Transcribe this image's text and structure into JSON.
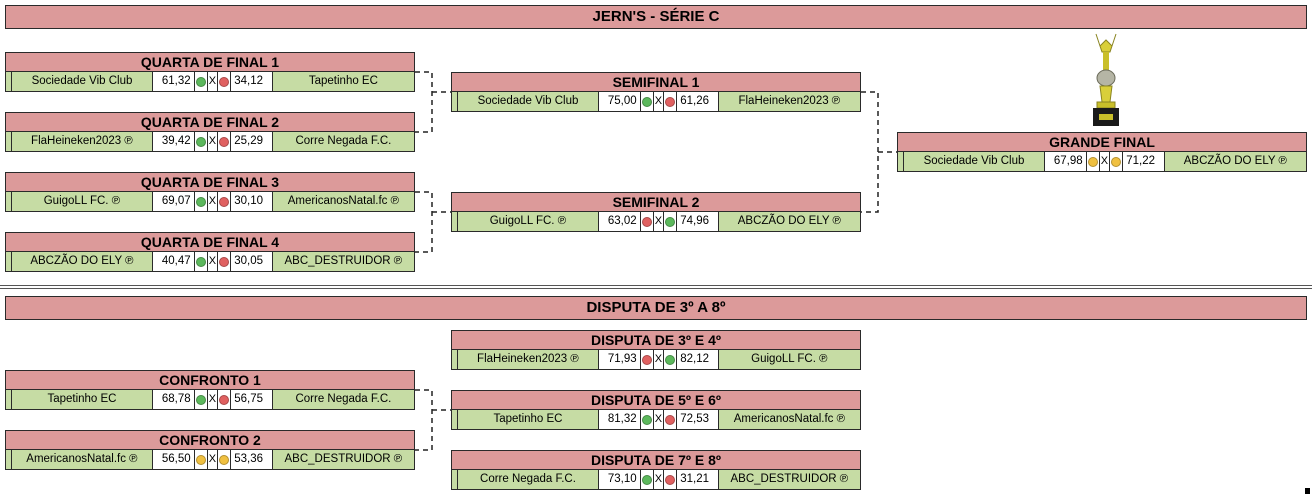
{
  "title": "JERN'S - SÉRIE C",
  "section2_title": "DISPUTA DE 3º A 8º",
  "colors": {
    "win": "#5cb85c",
    "loss": "#e06060",
    "tie": "#f0c040",
    "header": "#dc9a9a",
    "team": "#c6dca4"
  },
  "matches": [
    {
      "label": "QUARTA DE FINAL 1",
      "home": "Sociedade Vib Club",
      "home_score": "61,32",
      "home_status": "win",
      "vs": "X",
      "away_status": "loss",
      "away_score": "34,12",
      "away": "Tapetinho EC"
    },
    {
      "label": "QUARTA DE FINAL 2",
      "home": "FlaHeineken2023 ℗",
      "home_score": "39,42",
      "home_status": "win",
      "vs": "X",
      "away_status": "loss",
      "away_score": "25,29",
      "away": "Corre Negada F.C."
    },
    {
      "label": "QUARTA DE FINAL 3",
      "home": "GuigoLL FC. ℗",
      "home_score": "69,07",
      "home_status": "win",
      "vs": "X",
      "away_status": "loss",
      "away_score": "30,10",
      "away": "AmericanosNatal.fc ℗"
    },
    {
      "label": "QUARTA DE FINAL 4",
      "home": "ABCZÃO DO ELY ℗",
      "home_score": "40,47",
      "home_status": "win",
      "vs": "X",
      "away_status": "loss",
      "away_score": "30,05",
      "away": "ABC_DESTRUIDOR ℗"
    },
    {
      "label": "SEMIFINAL 1",
      "home": "Sociedade Vib Club",
      "home_score": "75,00",
      "home_status": "win",
      "vs": "X",
      "away_status": "loss",
      "away_score": "61,26",
      "away": "FlaHeineken2023 ℗"
    },
    {
      "label": "SEMIFINAL 2",
      "home": "GuigoLL FC. ℗",
      "home_score": "63,02",
      "home_status": "loss",
      "vs": "X",
      "away_status": "win",
      "away_score": "74,96",
      "away": "ABCZÃO DO ELY ℗"
    },
    {
      "label": "GRANDE FINAL",
      "home": "Sociedade Vib Club",
      "home_score": "67,98",
      "home_status": "tie",
      "vs": "X",
      "away_status": "tie",
      "away_score": "71,22",
      "away": "ABCZÃO DO ELY ℗"
    },
    {
      "label": "DISPUTA DE 3º E 4º",
      "home": "FlaHeineken2023 ℗",
      "home_score": "71,93",
      "home_status": "loss",
      "vs": "X",
      "away_status": "win",
      "away_score": "82,12",
      "away": "GuigoLL FC. ℗"
    },
    {
      "label": "CONFRONTO 1",
      "home": "Tapetinho EC",
      "home_score": "68,78",
      "home_status": "win",
      "vs": "X",
      "away_status": "loss",
      "away_score": "56,75",
      "away": "Corre Negada F.C."
    },
    {
      "label": "DISPUTA DE 5º E 6º",
      "home": "Tapetinho EC",
      "home_score": "81,32",
      "home_status": "win",
      "vs": "X",
      "away_status": "loss",
      "away_score": "72,53",
      "away": "AmericanosNatal.fc ℗"
    },
    {
      "label": "CONFRONTO 2",
      "home": "AmericanosNatal.fc ℗",
      "home_score": "56,50",
      "home_status": "tie",
      "vs": "X",
      "away_status": "tie",
      "away_score": "53,36",
      "away": "ABC_DESTRUIDOR ℗"
    },
    {
      "label": "DISPUTA DE 7º E 8º",
      "home": "Corre Negada F.C.",
      "home_score": "73,10",
      "home_status": "win",
      "vs": "X",
      "away_status": "loss",
      "away_score": "31,21",
      "away": "ABC_DESTRUIDOR ℗"
    }
  ],
  "trophy_icon": "trophy-icon"
}
